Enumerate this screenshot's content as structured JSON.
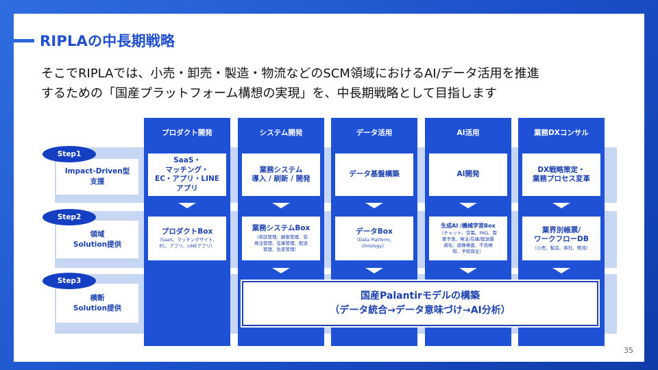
{
  "title": "RIPLAの中長期戦略",
  "lead": {
    "line1": "そこでRIPLAでは、小売・卸売・製造・物流などのSCM領域におけるAI/データ活用を推進",
    "line2": "するための「国産プラットフォーム構想の実現」を、中長期戦略として目指します"
  },
  "columns": [
    "プロダクト開発",
    "システム開発",
    "データ活用",
    "AI活用",
    "業務DXコンサル"
  ],
  "steps": [
    {
      "pill": "Step1",
      "label": "Impact-Driven型\n支援",
      "cells": [
        {
          "main": "SaaS・\nマッチング・\nEC・アプリ・LINE\nアプリ",
          "sub": ""
        },
        {
          "main": "業務システム\n導入 / 刷新 / 開発",
          "sub": ""
        },
        {
          "main": "データ基盤構築",
          "sub": ""
        },
        {
          "main": "AI開発",
          "sub": ""
        },
        {
          "main": "DX戦略策定・\n業務プロセス変革",
          "sub": ""
        }
      ]
    },
    {
      "pill": "Step2",
      "label": "領域\nSolution提供",
      "cells": [
        {
          "main": "プロダクトBox",
          "sub": "（SaaS、マッチングサイト、\nEC、アプリ、LINEアプリ）"
        },
        {
          "main": "業務システムBox",
          "sub": "（商談管理、顧客管理、受\n発注管理、在庫管理、配送\n管理、生産管理）"
        },
        {
          "main": "データBox",
          "sub": "（Data Platform、\nOntology）"
        },
        {
          "main": "生成AI /機械学習Box",
          "sub": "（チャット、受電、FAQ、需\n要予測、発注/在庫/配送最\n適化、画像検査、不良検\n知、予知保全）"
        },
        {
          "main": "業界別帳票/\nワークフローDB",
          "sub": "（小売、製造、商社、物流）"
        }
      ]
    },
    {
      "pill": "Step3",
      "label": "横断\nSolution提供"
    }
  ],
  "palantir": {
    "title": "国産Palantirモデルの構築",
    "subtitle": "（データ統合→データ意味づけ→AI分析）"
  },
  "page_number": "35",
  "colors": {
    "brand_blue": "#1f51d6",
    "band_blue": "#c7d6f2",
    "text_blue": "#1a3fae"
  }
}
